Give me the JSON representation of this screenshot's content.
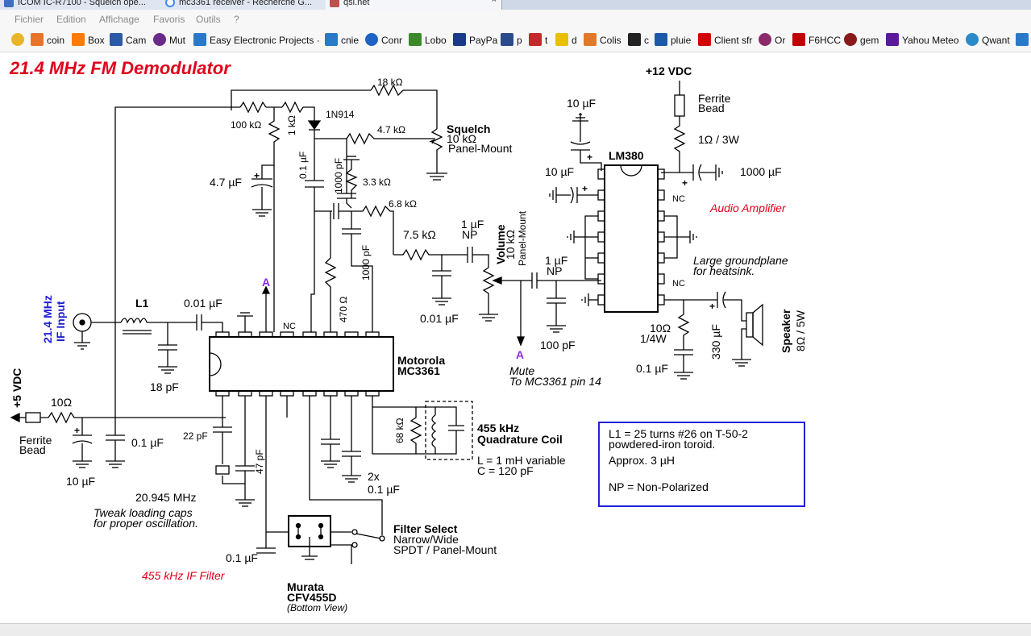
{
  "tabs": [
    {
      "label": "ICOM IC-R7100 - Squelch ope...",
      "icon": "page-icon",
      "color": "#3a6fc2"
    },
    {
      "label": "mc3361 receiver - Recherche G...",
      "icon": "google-icon",
      "color": "#4285f4"
    },
    {
      "label": "qsl.net",
      "icon": "qsl-icon",
      "color": "#c0504d"
    }
  ],
  "tab_close": "×",
  "menu": [
    "Fichier",
    "Edition",
    "Affichage",
    "Favoris",
    "Outils",
    "?"
  ],
  "bookmarks": [
    {
      "label": "",
      "icon": "favorites-star-icon",
      "color": "#e8b52a"
    },
    {
      "label": "coin",
      "icon": "coin-icon",
      "color": "#e8742a"
    },
    {
      "label": "Box",
      "icon": "box-icon",
      "color": "#ff7a00"
    },
    {
      "label": "Cam",
      "icon": "cam-icon",
      "color": "#2a5aa8"
    },
    {
      "label": "Mut",
      "icon": "mut-icon",
      "color": "#6a2a8a"
    },
    {
      "label": "Easy Electronic Projects ·",
      "icon": "ie-icon",
      "color": "#2a78c8"
    },
    {
      "label": "cnie",
      "icon": "ie-icon",
      "color": "#2a78c8"
    },
    {
      "label": "Conr",
      "icon": "conrad-icon",
      "color": "#1d62c4"
    },
    {
      "label": "Lobo",
      "icon": "lobo-icon",
      "color": "#3a8a2a"
    },
    {
      "label": "PayPa",
      "icon": "paypal-icon",
      "color": "#1a3a8a"
    },
    {
      "label": "p",
      "icon": "p-icon",
      "color": "#2a4a8a"
    },
    {
      "label": "t",
      "icon": "t-icon",
      "color": "#c02a2a"
    },
    {
      "label": "d",
      "icon": "doc-icon",
      "color": "#e8c000"
    },
    {
      "label": "Colis",
      "icon": "colis-icon",
      "color": "#e07a2a"
    },
    {
      "label": "c",
      "icon": "c-icon",
      "color": "#222222"
    },
    {
      "label": "pluie",
      "icon": "pluie-icon",
      "color": "#1a5aa8"
    },
    {
      "label": "Client sfr",
      "icon": "sfr-icon",
      "color": "#d40000"
    },
    {
      "label": "Or",
      "icon": "or-icon",
      "color": "#8a2a6a"
    },
    {
      "label": "F6HCC",
      "icon": "free-icon",
      "color": "#c00000"
    },
    {
      "label": "gem",
      "icon": "gem-icon",
      "color": "#8a1a1a"
    },
    {
      "label": "Yahou Meteo",
      "icon": "yahoo-icon",
      "color": "#5a1a9a"
    },
    {
      "label": "Qwant",
      "icon": "qwant-icon",
      "color": "#2a8ac8"
    },
    {
      "label": "",
      "icon": "extra-icon",
      "color": "#2a78c8"
    }
  ],
  "schematic": {
    "title": "21.4 MHz FM Demodulator",
    "labels": {
      "plus12": "+12 VDC",
      "ferrite1a": "Ferrite",
      "ferrite1b": "Bead",
      "r1ohm": "1Ω / 3W",
      "c10u_top": "10 µF",
      "c10u_mid": "10 µF",
      "lm380": "LM380",
      "c1000u": "1000 µF",
      "nc": "NC",
      "audio_amp": "Audio Amplifier",
      "groundplane1": "Large groundplane",
      "groundplane2": "for heatsink.",
      "squelch1": "Squelch",
      "squelch2": "10 kΩ",
      "squelch3": "Panel-Mount",
      "r18k": "18 kΩ",
      "r47k": "4.7 kΩ",
      "r100k": "100 kΩ",
      "r1k": "1 kΩ",
      "d1n914": "1N914",
      "c01u_v": "0.1 µF",
      "c1000p_v": "1000 pF",
      "r33k": "3.3 kΩ",
      "r68k": "6.8 kΩ",
      "c47u": "4.7 µF",
      "r75k": "7.5 kΩ",
      "c1uNP": "1 µF",
      "np": "NP",
      "volume1": "Volume",
      "volume2": "10 kΩ",
      "volume3": "Panel-Mount",
      "c001u_out": "0.01 µF",
      "c1uNP2": "1 µF",
      "np2": "NP",
      "c100p": "100 pF",
      "r470": "470 Ω",
      "c1000p2": "1000 pF",
      "a1": "A",
      "a2": "A",
      "mute1": "Mute",
      "mute2": "To MC3361 pin 14",
      "r10_spk1": "10Ω",
      "r10_spk2": "1/4W",
      "c01u_spk": "0.1 µF",
      "c330u": "330 µF",
      "speaker1": "Speaker",
      "speaker2": "8Ω / 5W",
      "ifinput1": "21.4 MHz",
      "ifinput2": "IF Input",
      "l1": "L1",
      "c001u": "0.01 µF",
      "c18p": "18 pF",
      "motorola1": "Motorola",
      "motorola2": "MC3361",
      "plus5": "+5 VDC",
      "r10": "10Ω",
      "ferrite2a": "Ferrite",
      "ferrite2b": "Bead",
      "c01u_5v": "0.1 µF",
      "c10u_5v": "10 µF",
      "c22p": "22 pF",
      "c47p": "47 pF",
      "xtal": "20.945 MHz",
      "tweak1": "Tweak loading caps",
      "tweak2": "for proper oscillation.",
      "c01u_f": "0.1 µF",
      "if_filter": "455 kHz IF Filter",
      "murata1": "Murata",
      "murata2": "CFV455D",
      "murata3": "(Bottom View)",
      "filter1": "Filter Select",
      "filter2": "Narrow/Wide",
      "filter3": "SPDT / Panel-Mount",
      "r68k_q": "68 kΩ",
      "quad1": "455 kHz",
      "quad2": "Quadrature Coil",
      "quad3": "L = 1 mH variable",
      "quad4": "C = 120 pF",
      "c2x1": "2x",
      "c2x2": "0.1 µF",
      "nc_pin": "NC"
    },
    "notes": [
      "L1 = 25 turns #26 on T-50-2",
      "powdered-iron toroid.",
      "Approx. 3 µH",
      "",
      "NP = Non-Polarized"
    ],
    "colors": {
      "title": "#e0001b",
      "blue": "#2020d8",
      "purple": "#8a2be2",
      "red_note": "#e0001b"
    }
  }
}
